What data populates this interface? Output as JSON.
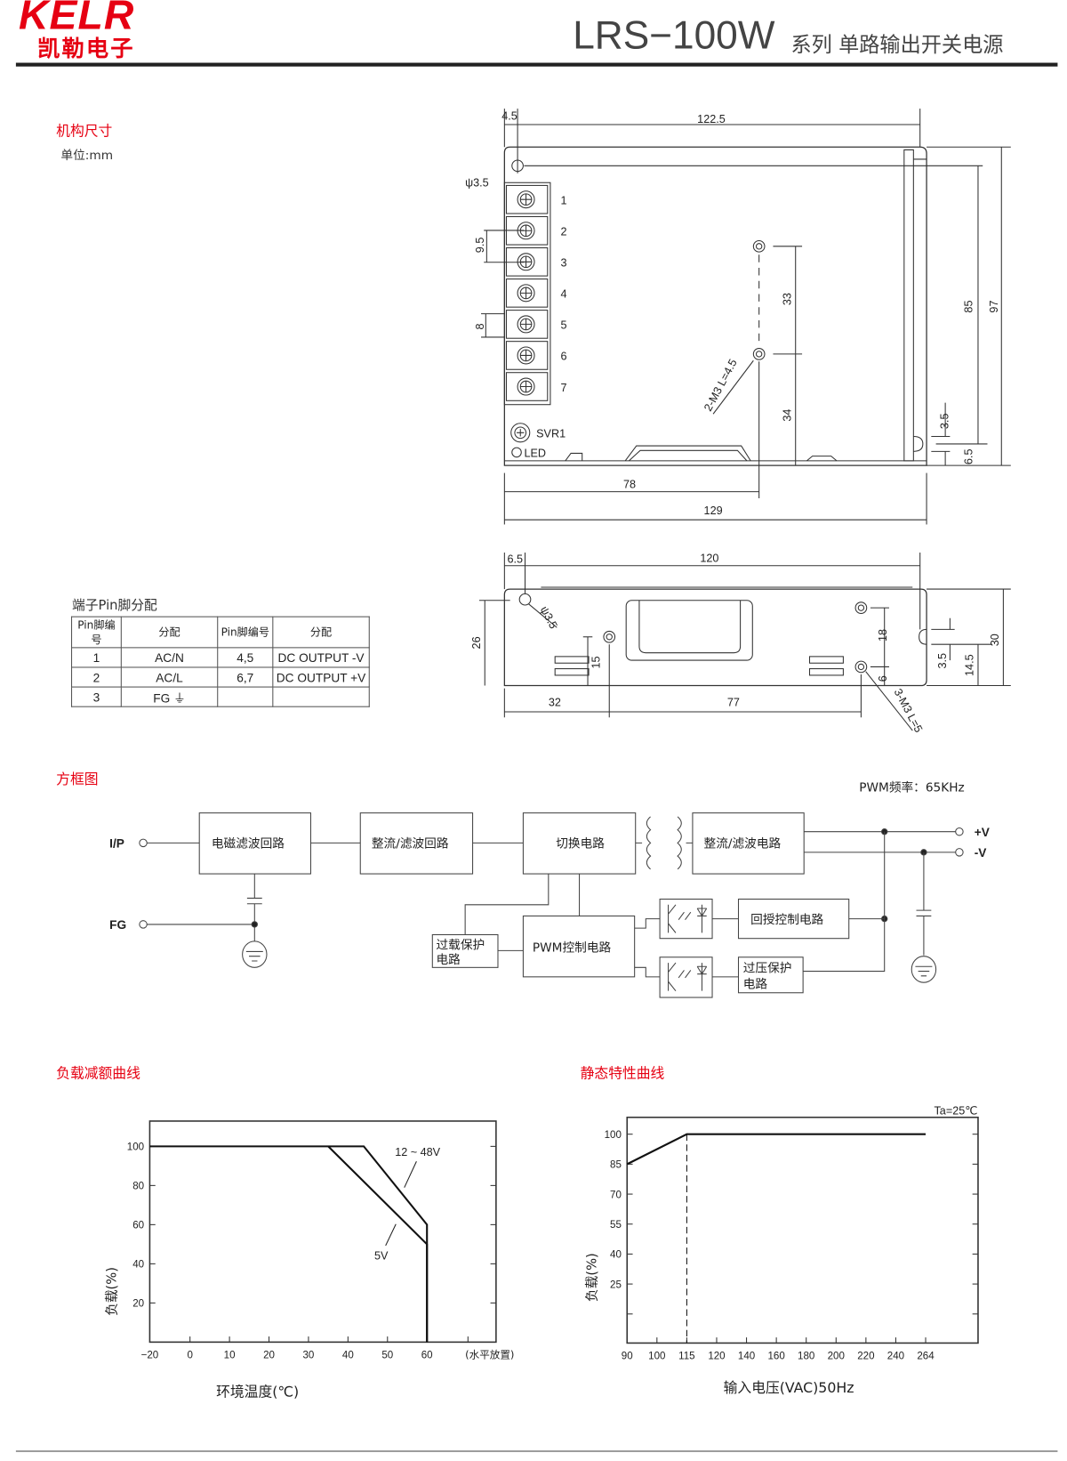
{
  "header": {
    "brand_en": "KELR",
    "brand_cn": "凯勒电子",
    "model": "LRS−100W",
    "subtitle": "系列  单路输出开关电源"
  },
  "colors": {
    "brand": "#e60012",
    "text": "#222222"
  },
  "mechanical": {
    "section_title": "机构尺寸",
    "unit": "单位:mm",
    "top_view": {
      "dims": {
        "d4_5": "4.5",
        "d122_5": "122.5",
        "phi": "ψ3.5",
        "d9_5": "9.5",
        "d8": "8",
        "d33": "33",
        "d34": "34",
        "d85": "85",
        "d97": "97",
        "d3_5": "3.5",
        "d6_5": "6.5",
        "d78": "78",
        "d129": "129",
        "screw": "2-M3 L=4.5"
      },
      "terminals": [
        "1",
        "2",
        "3",
        "4",
        "5",
        "6",
        "7"
      ],
      "svr": "SVR1",
      "led": "LED"
    },
    "side_view": {
      "dims": {
        "d6_5": "6.5",
        "d120": "120",
        "phi": "ψ3.5",
        "d26": "26",
        "d15": "15",
        "d18": "18",
        "d6": "6",
        "d3_5": "3.5",
        "d14_5": "14.5",
        "d30": "30",
        "d32": "32",
        "d77": "77",
        "screw": "3-M3 L=5"
      }
    }
  },
  "pin_table": {
    "title": "端子Pin脚分配",
    "headers": [
      "Pin脚编号",
      "分配",
      "Pin脚编号",
      "分配"
    ],
    "rows": [
      [
        "1",
        "AC/N",
        "4,5",
        "DC OUTPUT -V"
      ],
      [
        "2",
        "AC/L",
        "6,7",
        "DC OUTPUT +V"
      ],
      [
        "3",
        "FG ⏚",
        "",
        ""
      ]
    ]
  },
  "block_diagram": {
    "section_title": "方框图",
    "pwm_freq": "PWM频率：65KHz",
    "ip": "I/P",
    "fg": "FG",
    "plus_v": "+V",
    "minus_v": "-V",
    "blocks": {
      "emi": "电磁滤波回路",
      "rect1": "整流/滤波回路",
      "switch": "切换电路",
      "rect2": "整流/滤波电路",
      "ovl1": "过载保护",
      "ovl2": "电路",
      "pwm": "PWM控制电路",
      "fb": "回授控制电路",
      "ovp1": "过压保护",
      "ovp2": "电路"
    }
  },
  "chart_data": [
    {
      "type": "line",
      "title": "负载减额曲线",
      "xlabel": "环境温度(℃)",
      "ylabel": "负载(%)",
      "x_ticks": [
        "−20",
        "0",
        "10",
        "20",
        "30",
        "40",
        "50",
        "60"
      ],
      "x_tick_values": [
        -20,
        0,
        10,
        20,
        30,
        40,
        50,
        60
      ],
      "x_extra_label": "(水平放置)",
      "y_ticks": [
        "20",
        "40",
        "60",
        "80",
        "100"
      ],
      "y_tick_values": [
        20,
        40,
        60,
        80,
        100
      ],
      "ylim": [
        0,
        112
      ],
      "series": [
        {
          "name": "12 ~ 48V",
          "points": [
            [
              -20,
              100
            ],
            [
              44,
              100
            ],
            [
              60,
              60
            ],
            [
              60,
              0
            ]
          ]
        },
        {
          "name": "5V",
          "points": [
            [
              35,
              100
            ],
            [
              60,
              50
            ],
            [
              60,
              0
            ]
          ]
        }
      ],
      "grid": false
    },
    {
      "type": "line",
      "title": "静态特性曲线",
      "annotation": "Ta=25℃",
      "xlabel": "输入电压(VAC)50Hz",
      "ylabel": "负载(%)",
      "categories": [
        "90",
        "100",
        "115",
        "120",
        "140",
        "160",
        "180",
        "200",
        "220",
        "240",
        "264"
      ],
      "y_ticks": [
        "25",
        "40",
        "55",
        "70",
        "85",
        "100"
      ],
      "y_tick_values": [
        25,
        40,
        55,
        70,
        85,
        100
      ],
      "ylim": [
        -5,
        108
      ],
      "series": [
        {
          "name": "负载",
          "points": [
            [
              "90",
              85
            ],
            [
              "115",
              100
            ],
            [
              "264",
              100
            ]
          ]
        }
      ],
      "reference_line_x": "115",
      "grid": false
    }
  ]
}
